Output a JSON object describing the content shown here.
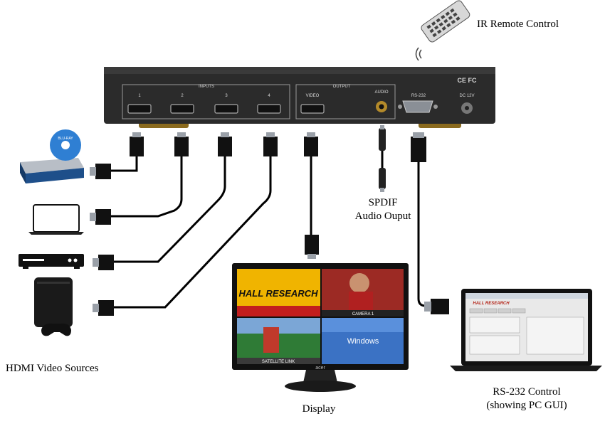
{
  "labels": {
    "ir_remote": "IR Remote Control",
    "spdif_line1": "SPDIF",
    "spdif_line2": "Audio Ouput",
    "hdmi_sources": "HDMI Video Sources",
    "display": "Display",
    "rs232_line1": "RS-232 Control",
    "rs232_line2": "(showing PC GUI)"
  },
  "device": {
    "inputs_label": "INPUTS",
    "output_label": "OUTPUT",
    "port_numbers": [
      "1",
      "2",
      "3",
      "4"
    ],
    "video_label": "VIDEO",
    "audio_label": "AUDIO",
    "rs232_label": "RS-232",
    "dc_label": "DC 12V",
    "ce_mark": "CE FC"
  },
  "source_devices": [
    "blu-ray-player",
    "laptop",
    "dvd-player",
    "game-console"
  ],
  "bluray_logo": "BLU-RAY",
  "monitor": {
    "brand": "acer",
    "quad": {
      "logo_text": "HALL RESEARCH",
      "camera_caption": "CAMERA 1",
      "satellite_caption": "SATELLITE LINK",
      "windows_text": "Windows"
    }
  },
  "laptop_gui": {
    "logo_text": "HALL RESEARCH"
  },
  "colors": {
    "device_body": "#2b2b2b",
    "cable": "#000000",
    "connector_metal": "#9aa0a8",
    "gold_feet": "#8a6a1e"
  }
}
